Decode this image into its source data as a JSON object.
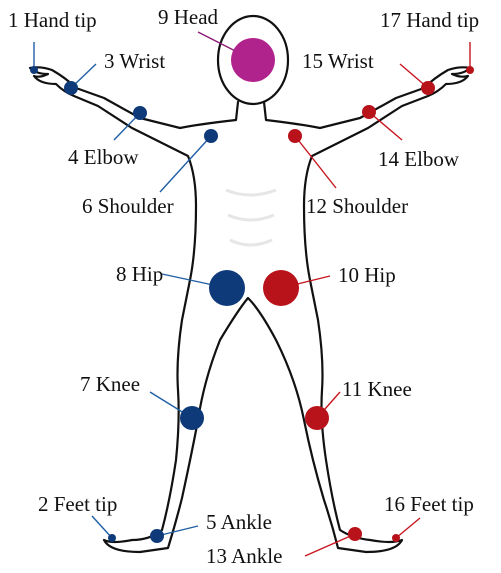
{
  "joints": [
    {
      "id": "hand-tip-left",
      "label": "1 Hand tip",
      "side": "left",
      "size": "tiny"
    },
    {
      "id": "wrist-left",
      "label": "3 Wrist",
      "side": "left",
      "size": "small"
    },
    {
      "id": "elbow-left",
      "label": "4 Elbow",
      "side": "left",
      "size": "small"
    },
    {
      "id": "ankle-left",
      "label": "5 Ankle",
      "side": "left",
      "size": "small"
    },
    {
      "id": "shoulder-left",
      "label": "6 Shoulder",
      "side": "left",
      "size": "small"
    },
    {
      "id": "knee-left",
      "label": "7 Knee",
      "side": "left",
      "size": "medium"
    },
    {
      "id": "hip-left",
      "label": "8 Hip",
      "side": "left",
      "size": "large"
    },
    {
      "id": "feet-tip-left",
      "label": "2 Feet tip",
      "side": "left",
      "size": "tiny"
    },
    {
      "id": "head",
      "label": "9 Head",
      "side": "center",
      "size": "xlarge"
    },
    {
      "id": "hip-right",
      "label": "10 Hip",
      "side": "right",
      "size": "large"
    },
    {
      "id": "knee-right",
      "label": "11 Knee",
      "side": "right",
      "size": "medium"
    },
    {
      "id": "shoulder-right",
      "label": "12 Shoulder",
      "side": "right",
      "size": "small"
    },
    {
      "id": "ankle-right",
      "label": "13 Ankle",
      "side": "right",
      "size": "small"
    },
    {
      "id": "elbow-right",
      "label": "14 Elbow",
      "side": "right",
      "size": "small"
    },
    {
      "id": "wrist-right",
      "label": "15 Wrist",
      "side": "right",
      "size": "small"
    },
    {
      "id": "feet-tip-right",
      "label": "16 Feet tip",
      "side": "right",
      "size": "tiny"
    },
    {
      "id": "hand-tip-right",
      "label": "17 Hand tip",
      "side": "right",
      "size": "tiny"
    }
  ],
  "colors": {
    "left": "#0e3a7a",
    "right": "#b8121b",
    "center": "#b0228c",
    "outline": "#111111",
    "leader_left": "#1f5fa6",
    "leader_right": "#c7161f",
    "leader_center": "#8b1a73"
  }
}
